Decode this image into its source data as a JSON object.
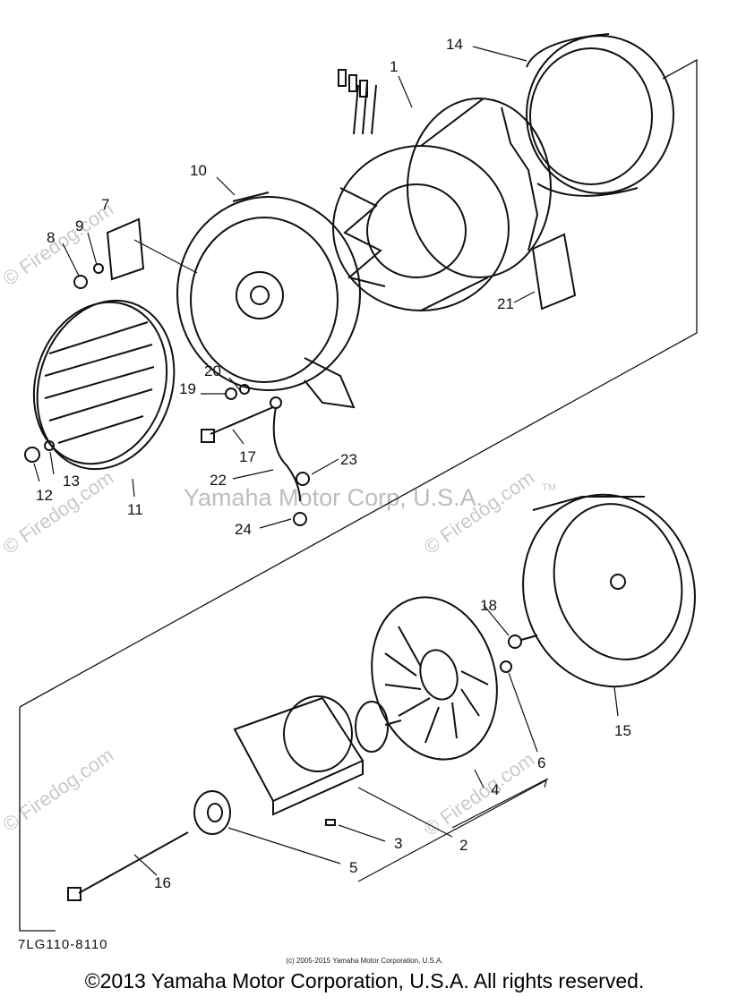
{
  "diagram": {
    "code": "7LG110-8110",
    "watermark_center": "Yamaha Motor Corp, U.S.A.",
    "watermark_tm": "TM",
    "watermark_site": "© Firedog.com",
    "small_copyright": "(c) 2005-2015 Yamaha Motor Corporation, U.S.A.",
    "copyright": "©2013 Yamaha Motor Corporation, U.S.A. All rights reserved.",
    "callouts": [
      "1",
      "2",
      "3",
      "4",
      "5",
      "6",
      "7",
      "8",
      "9",
      "10",
      "11",
      "12",
      "13",
      "14",
      "15",
      "16",
      "17",
      "18",
      "19",
      "20",
      "21",
      "22",
      "23",
      "24"
    ]
  }
}
